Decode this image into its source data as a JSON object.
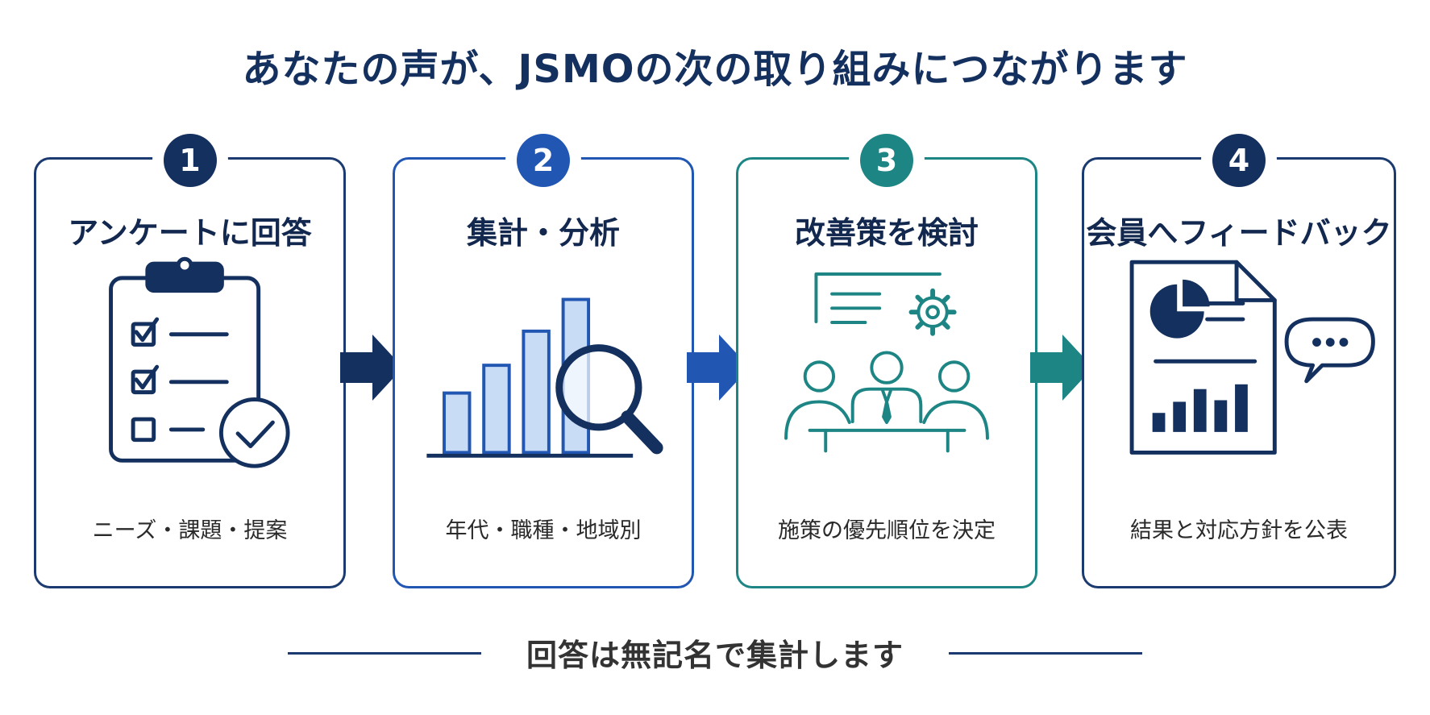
{
  "title": "あなたの声が、JSMOの次の取り組みにつながります",
  "steps": [
    {
      "number": "1",
      "title": "アンケートに回答",
      "desc": "ニーズ・課題・提案",
      "color": "#14305e"
    },
    {
      "number": "2",
      "title": "集計・分析",
      "desc": "年代・職種・地域別",
      "color": "#2157b3"
    },
    {
      "number": "3",
      "title": "改善策を検討",
      "desc": "施策の優先順位を決定",
      "color": "#1e8585"
    },
    {
      "number": "4",
      "title": "会員へフィードバック",
      "desc": "結果と対応方針を公表",
      "color": "#14305e"
    }
  ],
  "footer": "回答は無記名で集計します",
  "icons": {
    "step1": "clipboard-checklist-icon",
    "step2": "bar-chart-magnifier-icon",
    "step3": "meeting-gear-icon",
    "step4": "report-speech-bubble-icon",
    "arrow": "right-arrow-icon"
  }
}
